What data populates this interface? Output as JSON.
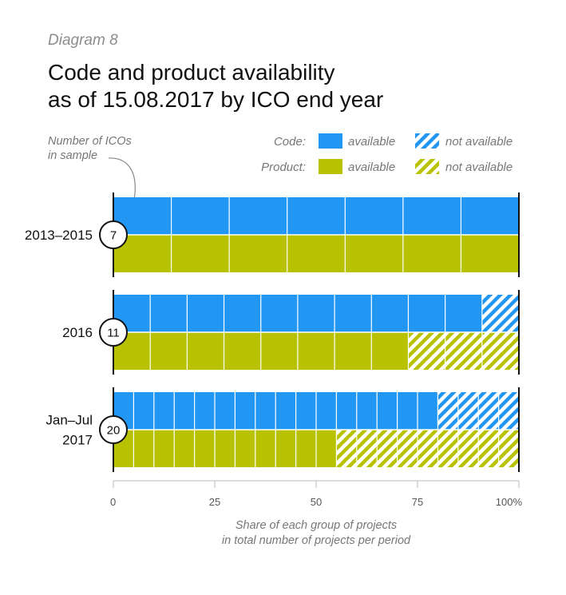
{
  "header": {
    "diagram_label": "Diagram 8",
    "title_line1": "Code and product availability",
    "title_line2": "as of 15.08.2017 by ICO end year"
  },
  "note": {
    "line1": "Number of ICOs",
    "line2": "in sample"
  },
  "legend": {
    "code_label": "Code:",
    "product_label": "Product:",
    "available": "available",
    "not_available": "not available"
  },
  "colors": {
    "code": "#2196f3",
    "product": "#b8c200",
    "axis": "#111111",
    "tick_text": "#555555"
  },
  "chart_data": {
    "type": "bar",
    "orientation": "horizontal",
    "stacked": true,
    "categories": [
      "2013–2015",
      "2016",
      "Jan–Jul 2017"
    ],
    "category_lines": [
      [
        "2013–2015"
      ],
      [
        "2016"
      ],
      [
        "Jan–Jul",
        "2017"
      ]
    ],
    "sample_sizes": [
      7,
      11,
      20
    ],
    "series": [
      {
        "name": "Code",
        "available_counts": [
          7,
          10,
          16
        ],
        "not_available_counts": [
          0,
          1,
          4
        ]
      },
      {
        "name": "Product",
        "available_counts": [
          7,
          8,
          11
        ],
        "not_available_counts": [
          0,
          3,
          9
        ]
      }
    ],
    "xlim": [
      0,
      100
    ],
    "xticks": [
      0,
      25,
      50,
      75,
      100
    ],
    "xtick_labels": [
      "0",
      "25",
      "50",
      "75",
      "100%"
    ],
    "xlabel_line1": "Share of each group of projects",
    "xlabel_line2": "in total number of projects per period",
    "legend_position": "top-right",
    "grid": false
  }
}
